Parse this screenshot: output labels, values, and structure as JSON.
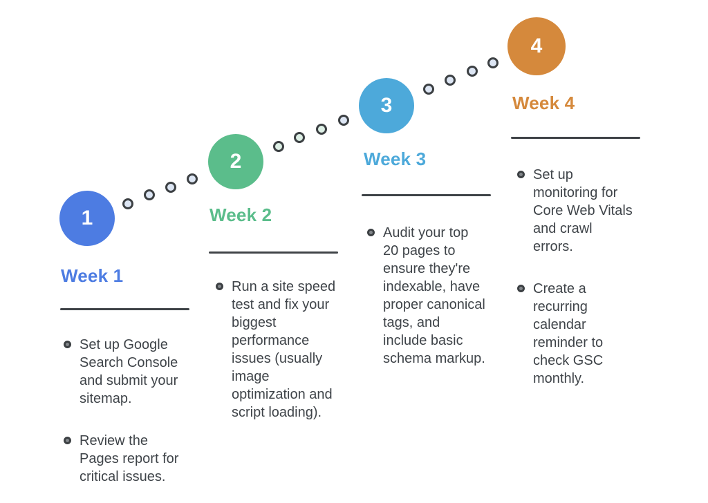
{
  "diagram": {
    "weeks": [
      {
        "number": "1",
        "label": "Week 1",
        "color": "#4d7ce2",
        "bullets": [
          "Set up Google Search Console and submit your sitemap.",
          "Review the Pages report for critical issues."
        ]
      },
      {
        "number": "2",
        "label": "Week 2",
        "color": "#5bbd8b",
        "bullets": [
          "Run a site speed test and fix your biggest performance issues (usually image optimization and script loading)."
        ]
      },
      {
        "number": "3",
        "label": "Week 3",
        "color": "#4da9da",
        "bullets": [
          "Audit your top 20 pages to ensure they're indexable, have proper canonical tags, and include basic schema markup."
        ]
      },
      {
        "number": "4",
        "label": "Week 4",
        "color": "#d5893c",
        "bullets": [
          "Set up monitoring for Core Web Vitals and crawl errors.",
          "Create a recurring calendar reminder to check GSC monthly."
        ]
      }
    ],
    "colors": {
      "text": "#3f4449",
      "divider": "#3f4347",
      "dot_ring": "#3c4043",
      "dot_fill_blue": "#dde6f4",
      "dot_fill_green": "#def0e6"
    }
  }
}
